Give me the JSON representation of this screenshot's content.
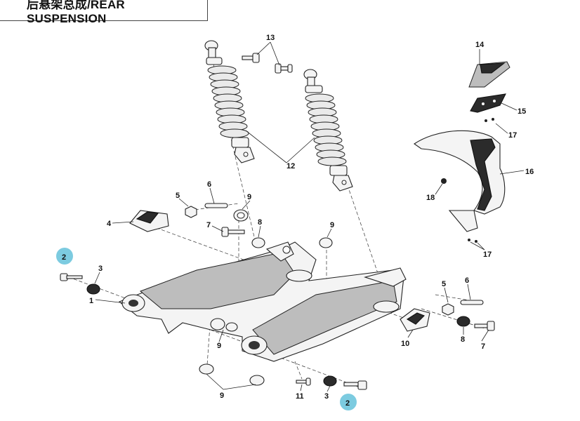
{
  "title": "后悬架总成/REAR SUSPENSION",
  "callouts": {
    "c1": "1",
    "c2a": "2",
    "c2b": "2",
    "c3a": "3",
    "c3b": "3",
    "c4": "4",
    "c5a": "5",
    "c5b": "5",
    "c6a": "6",
    "c6b": "6",
    "c7a": "7",
    "c7b": "7",
    "c8a": "8",
    "c8b": "8",
    "c9a": "9",
    "c9b": "9",
    "c9c": "9",
    "c9d": "9",
    "c10": "10",
    "c11": "11",
    "c12": "12",
    "c13": "13",
    "c14": "14",
    "c15": "15",
    "c16": "16",
    "c17a": "17",
    "c17b": "17",
    "c18": "18"
  },
  "colors": {
    "highlight": "#7ccbe0",
    "line": "#222222"
  }
}
